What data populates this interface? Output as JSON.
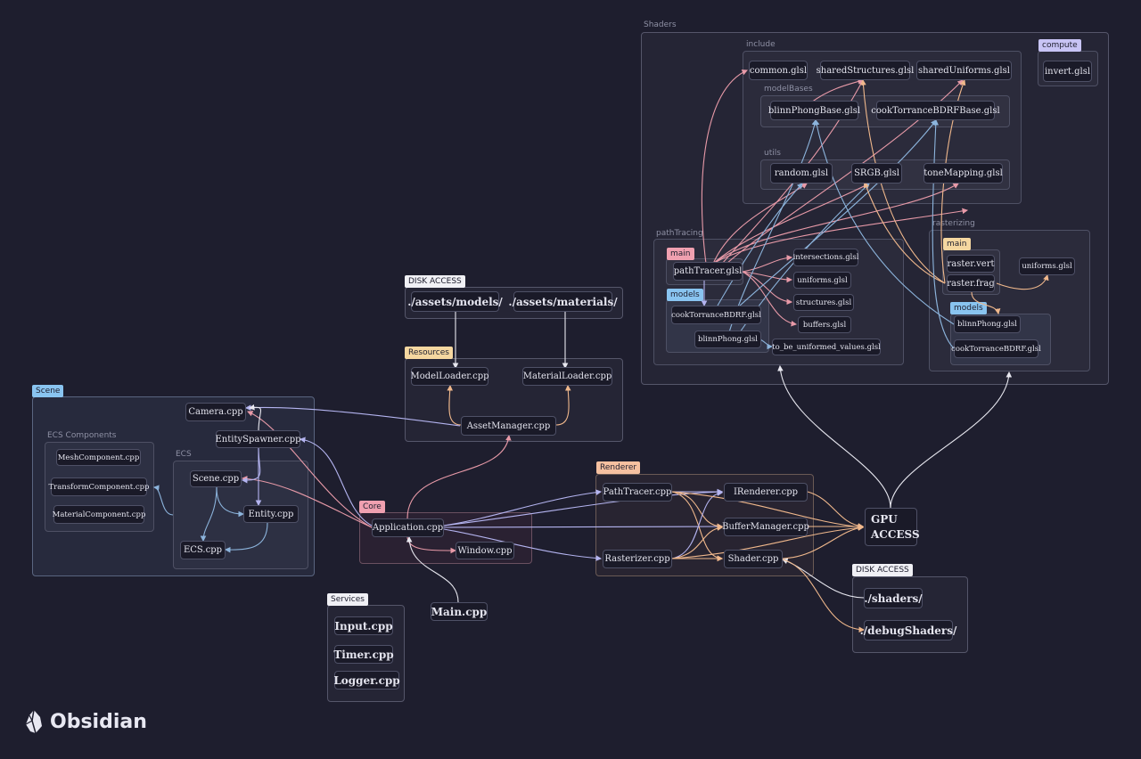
{
  "groups": {
    "shaders": "Shaders",
    "include": "include",
    "modelBases": "modelBases",
    "utils": "utils",
    "compute": "compute",
    "pathTracing": "pathTracing",
    "rasterizing": "rasterizing",
    "pt_main": "main",
    "pt_models": "models",
    "r_main": "main",
    "r_models": "models",
    "disk_access_assets": "DISK ACCESS",
    "resources": "Resources",
    "scene": "Scene",
    "ecs_components": "ECS Components",
    "ecs": "ECS",
    "core": "Core",
    "renderer": "Renderer",
    "services": "Services",
    "disk_access_shaders": "DISK ACCESS"
  },
  "nodes": {
    "common": "common.glsl",
    "sharedStructures": "sharedStructures.glsl",
    "sharedUniforms": "sharedUniforms.glsl",
    "invert": "invert.glsl",
    "blinnPhongBase": "blinnPhongBase.glsl",
    "cookTorranceBase": "cookTorranceBDRFBase.glsl",
    "random": "random.glsl",
    "srgb": "SRGB.glsl",
    "toneMapping": "toneMapping.glsl",
    "pathTracerGlsl": "pathTracer.glsl",
    "intersections": "intersections.glsl",
    "uniformsPt": "uniforms.glsl",
    "structures": "structures.glsl",
    "buffers": "buffers.glsl",
    "toBeUniformed": "to_be_uniformed_values.glsl",
    "ptCookTorrance": "cookTorranceBDRF.glsl",
    "ptBlinnPhong": "blinnPhong.glsl",
    "rasterVert": "raster.vert",
    "rasterFrag": "raster.frag",
    "uniformsR": "uniforms.glsl",
    "rBlinnPhong": "blinnPhong.glsl",
    "rCookTorrance": "cookTorranceBDRF.glsl",
    "modelsDir": "./assets/models/",
    "materialsDir": "./assets/materials/",
    "modelLoader": "ModelLoader.cpp",
    "materialLoader": "MaterialLoader.cpp",
    "assetManager": "AssetManager.cpp",
    "camera": "Camera.cpp",
    "entitySpawner": "EntitySpawner.cpp",
    "meshComponent": "MeshComponent.cpp",
    "transformComponent": "TransformComponent.cpp",
    "materialComponent": "MaterialComponent.cpp",
    "scene": "Scene.cpp",
    "entity": "Entity.cpp",
    "ecs": "ECS.cpp",
    "application": "Application.cpp",
    "window": "Window.cpp",
    "main": "Main.cpp",
    "pathTracerCpp": "PathTracer.cpp",
    "rasterizer": "Rasterizer.cpp",
    "irenderer": "IRenderer.cpp",
    "bufferManager": "BufferManager.cpp",
    "shader": "Shader.cpp",
    "gpuAccess": "GPU ACCESS",
    "shadersDir": "./shaders/",
    "debugShadersDir": "./debugShaders/",
    "input": "Input.cpp",
    "timer": "Timer.cpp",
    "logger": "Logger.cpp"
  },
  "brand": {
    "name": "Obsidian",
    "icon": "obsidian-logo-icon"
  },
  "colors": {
    "background": "#1e1e2e",
    "edge_white": "#e8e8f0",
    "edge_pink": "#e89aa8",
    "edge_lavender": "#b4b4f0",
    "edge_blue": "#8cb4dc",
    "edge_peach": "#f0b88c",
    "tag_blue": "#89c4f0",
    "tag_pink": "#f0a0b0",
    "tag_yellow": "#f5d7a0",
    "tag_peach": "#f5c0a0",
    "tag_lavender": "#c8c4f5",
    "tag_white": "#f0f0f5"
  }
}
